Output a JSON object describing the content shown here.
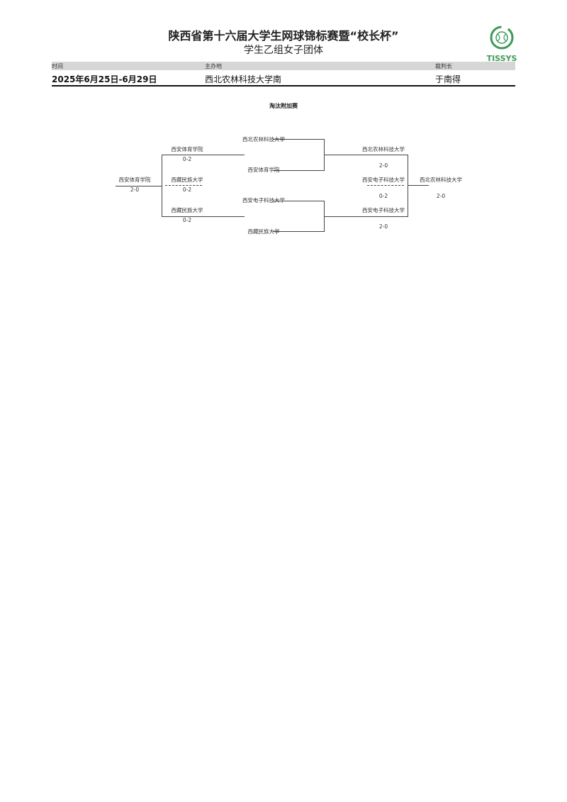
{
  "header": {
    "title": "陕西省第十六届大学生网球锦标赛暨“校长杯”",
    "subtitle": "学生乙组女子团体",
    "logo_text": "TISSYS",
    "brand_color": "#3d9a5a"
  },
  "info": {
    "time_label": "时间",
    "time_value": "2025年6月25日-6月29日",
    "venue_label": "主办地",
    "venue_value": "西北农林科技大学南",
    "referee_label": "裁判长",
    "referee_value": "于南得"
  },
  "bracket": {
    "round_title": "淘汰附加赛",
    "left_final": {
      "team": "西安体育学院",
      "score": "2-0"
    },
    "left_semis": [
      {
        "team": "西安体育学院",
        "score": "0-2"
      },
      {
        "team": "西藏民族大学",
        "score": "0-2"
      },
      {
        "team": "西藏民族大学",
        "score": "0-2"
      }
    ],
    "quarter_top": {
      "team_a": "西北农林科技大学",
      "team_b": "西安体育学院"
    },
    "quarter_bottom": {
      "team_a": "西安电子科技大学",
      "team_b": "西藏民族大学"
    },
    "right_semis": [
      {
        "team": "西北农林科技大学",
        "score": "2-0"
      },
      {
        "team": "西安电子科技大学",
        "score": "0-2"
      },
      {
        "team": "西安电子科技大学",
        "score": "2-0"
      }
    ],
    "right_final": {
      "team": "西北农林科技大学",
      "score": "2-0"
    }
  }
}
